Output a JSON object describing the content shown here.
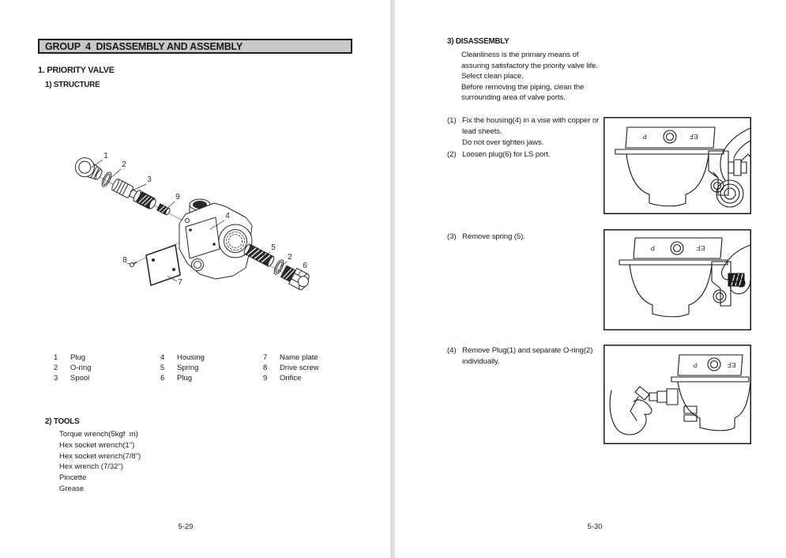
{
  "page_left": {
    "header": "GROUP  4  DISASSEMBLY AND ASSEMBLY",
    "section": "1. PRIORITY VALVE",
    "subsection": "1) STRUCTURE",
    "callouts": {
      "c1": "1",
      "c2": "2",
      "c3": "3",
      "c9": "9",
      "c4": "4",
      "c5": "5",
      "c2b": "2",
      "c6": "6",
      "c8": "8",
      "c7": "7"
    },
    "parts": [
      {
        "num": "1",
        "name": "Plug"
      },
      {
        "num": "2",
        "name": "O-ring"
      },
      {
        "num": "3",
        "name": "Spool"
      },
      {
        "num": "4",
        "name": "Housing"
      },
      {
        "num": "5",
        "name": "Spring"
      },
      {
        "num": "6",
        "name": "Plug"
      },
      {
        "num": "7",
        "name": "Name plate"
      },
      {
        "num": "8",
        "name": "Drive screw"
      },
      {
        "num": "9",
        "name": "Orifice"
      }
    ],
    "tools_title": "2) TOOLS",
    "tools": [
      "Torque wrench(5kgf  m)",
      "Hex socket wrench(1\")",
      "Hex socket wrench(7/8\")",
      "Hex wrench (7/32\")",
      "Pincette",
      "Grease"
    ],
    "page_number": "5-29"
  },
  "page_right": {
    "section": "3) DISASSEMBLY",
    "intro": [
      "Cleanliness is the primary means of",
      "assuring satisfactory the priority valve life.",
      "Select clean place.",
      "Before removing the piping, clean the",
      "surrounding area of valve ports."
    ],
    "steps": [
      {
        "num": "(1)",
        "lines": [
          "Fix the housing(4) in a vise with copper or",
          "lead sheets.",
          "Do not over tighten jaws."
        ]
      },
      {
        "num": "(2)",
        "lines": [
          "Loosen plug(6) for LS port."
        ]
      },
      {
        "num": "(3)",
        "lines": [
          "Remove spring (5)."
        ]
      },
      {
        "num": "(4)",
        "lines": [
          "Remove Plug(1) and separate O-ring(2)",
          "individually."
        ]
      }
    ],
    "figure_labels": {
      "port_p": "P",
      "port_ef": "EF"
    },
    "page_number": "5-30"
  }
}
